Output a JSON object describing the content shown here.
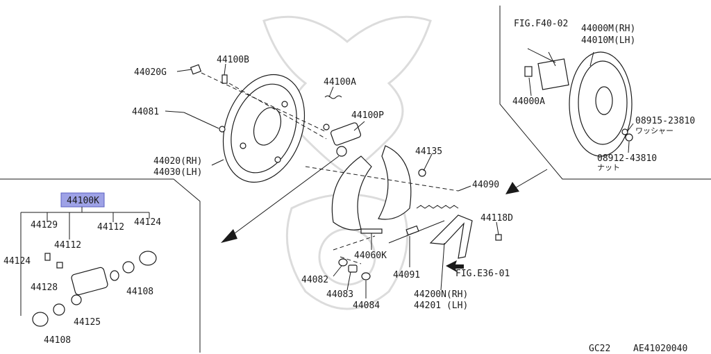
{
  "labels": {
    "p44020g": "44020G",
    "p44100b": "44100B",
    "p44100a": "44100A",
    "p44081": "44081",
    "p44100p": "44100P",
    "p44020rh": "44020(RH)",
    "p44030lh": "44030(LH)",
    "p44135": "44135",
    "p44090": "44090",
    "p44118d": "44118D",
    "p44060k": "44060K",
    "p44082": "44082",
    "p44083": "44083",
    "p44084": "44084",
    "p44091": "44091",
    "p44200n": "44200N(RH)",
    "p44201": "44201 (LH)",
    "fige36": "FIG.E36-01",
    "figf40": "FIG.F40-02",
    "p44000m": "44000M(RH)",
    "p44010m": "44010M(LH)",
    "p44000a": "44000A",
    "p08915": "08915-23810",
    "washer": "ワッシャー",
    "p08912": "08912-43810",
    "nut": "ナット",
    "p44100k": "44100K",
    "p44129": "44129",
    "p44112a": "44112",
    "p44124a": "44124",
    "p44112b": "44112",
    "p44124b": "44124",
    "p44128": "44128",
    "p44108a": "44108",
    "p44125": "44125",
    "p44108b": "44108",
    "footer_code": "GC22",
    "footer_id": "AE41020040"
  },
  "colors": {
    "ink": "#1a1a1a",
    "highlight_fill": "#9ea2e6",
    "highlight_stroke": "#5a5fc0",
    "watermark": "#dcdcdc"
  }
}
